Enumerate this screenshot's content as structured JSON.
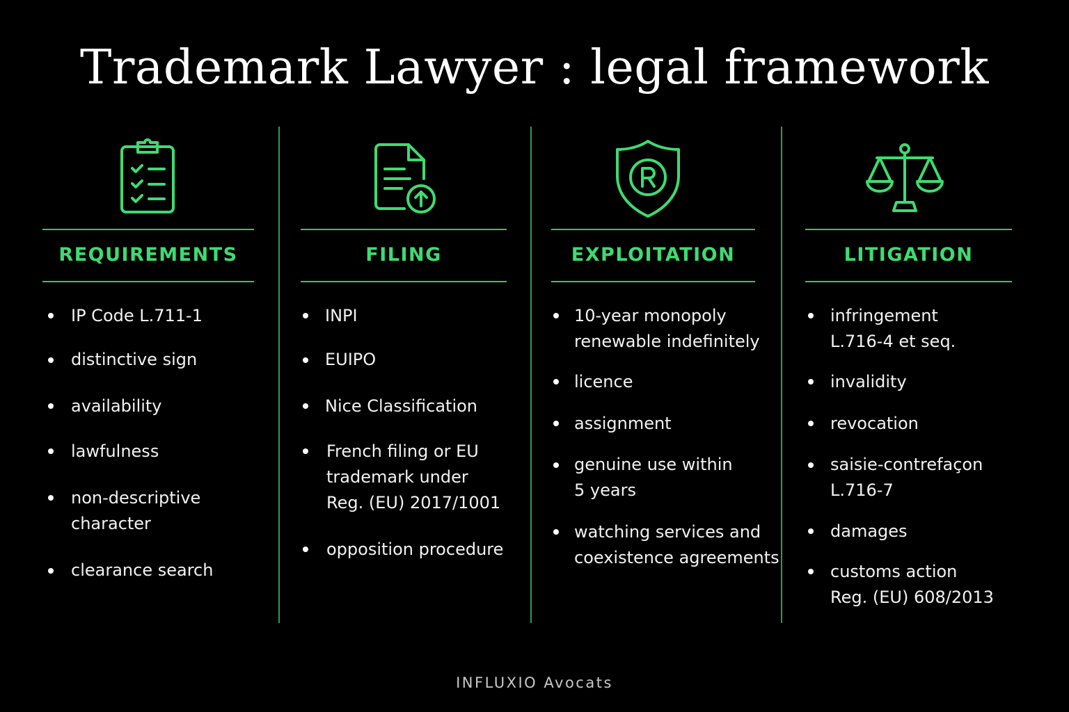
{
  "title": "Trademark Lawyer : legal framework",
  "accent_color": "#3ddc70",
  "columns": [
    {
      "icon": "clipboard-checklist-icon",
      "heading": "REQUIREMENTS",
      "items": [
        "IP Code L.711-1",
        "distinctive sign",
        "availability",
        "lawfulness",
        "non-descriptive\ncharacter",
        "clearance search"
      ]
    },
    {
      "icon": "document-upload-icon",
      "heading": "FILING",
      "items": [
        "INPI",
        "EUIPO",
        "Nice Classification",
        "French filing or EU\ntrademark under\nReg. (EU) 2017/1001",
        "opposition procedure"
      ]
    },
    {
      "icon": "registered-shield-icon",
      "heading": "EXPLOITATION",
      "items": [
        "10-year monopoly\nrenewable indefinitely",
        "licence",
        "assignment",
        "genuine use within\n5 years",
        "watching services and\ncoexistence agreements"
      ]
    },
    {
      "icon": "scales-of-justice-icon",
      "heading": "LITIGATION",
      "items": [
        "infringement\nL.716-4 et seq.",
        "invalidity",
        "revocation",
        "saisie-contrefaçon\nL.716-7",
        "damages",
        "customs action\nReg. (EU) 608/2013"
      ]
    }
  ],
  "footer": "INFLUXIO Avocats"
}
